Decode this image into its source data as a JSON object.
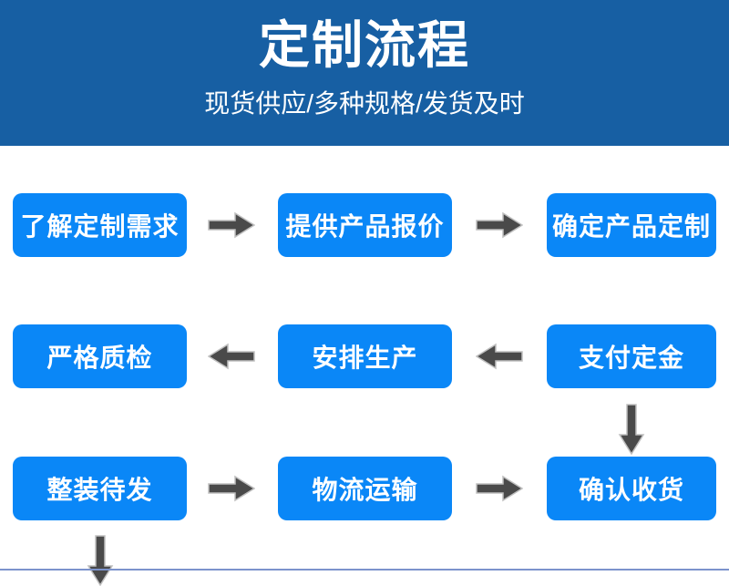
{
  "banner": {
    "title": "定制流程",
    "subtitle": "现货供应/多种规格/发货及时",
    "bg_color": "#175FA3",
    "text_color": "#FFFFFF"
  },
  "theme": {
    "box_color": "#0A87F7",
    "arrow_color": "#4A4A4A",
    "page_bg": "#FFFFFF",
    "footer_line_color": "#7C93CC"
  },
  "flow": {
    "rows": [
      {
        "direction": "left-to-right",
        "steps": [
          {
            "label": "了解定制需求",
            "order": 1
          },
          {
            "label": "提供产品报价",
            "order": 2
          },
          {
            "label": "确定产品定制",
            "order": 3
          }
        ],
        "connectors": [
          "arrow-right",
          "arrow-right"
        ]
      },
      {
        "direction": "right-to-left",
        "steps": [
          {
            "label": "严格质检",
            "order": 6
          },
          {
            "label": "安排生产",
            "order": 5
          },
          {
            "label": "支付定金",
            "order": 4
          }
        ],
        "connectors": [
          "arrow-left",
          "arrow-left"
        ]
      },
      {
        "direction": "left-to-right",
        "steps": [
          {
            "label": "整装待发",
            "order": 7
          },
          {
            "label": "物流运输",
            "order": 8
          },
          {
            "label": "确认收货",
            "order": 9
          }
        ],
        "connectors": [
          "arrow-right",
          "arrow-right"
        ]
      }
    ],
    "row_connectors": [
      {
        "icon": "arrow-down",
        "from": "确定产品定制",
        "to": "支付定金",
        "side": "right"
      },
      {
        "icon": "arrow-down",
        "from": "严格质检",
        "to": "整装待发",
        "side": "left"
      }
    ]
  }
}
